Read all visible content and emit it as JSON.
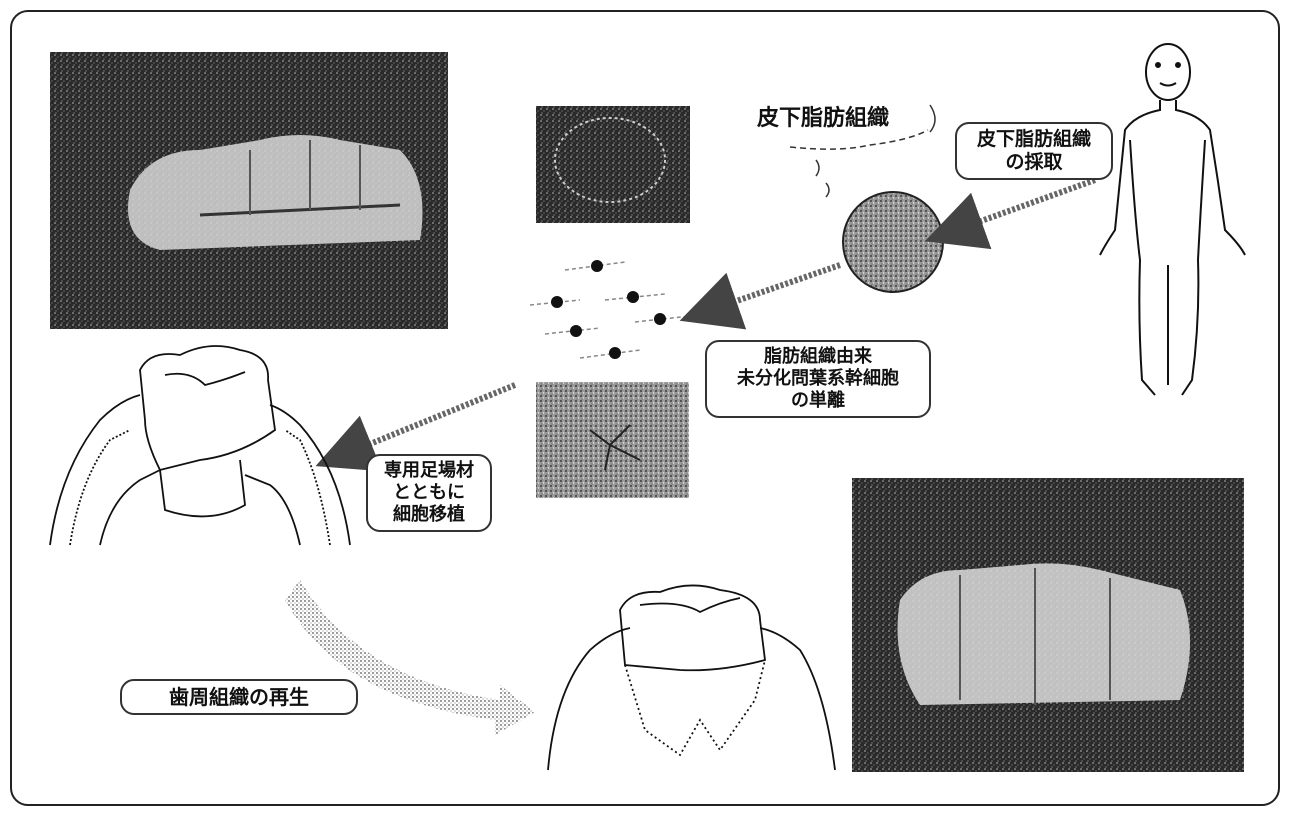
{
  "labels": {
    "subcutaneous_fat": "皮下脂肪組織",
    "harvest_line1": "皮下脂肪組織",
    "harvest_line2": "の採取",
    "isolation_line1": "脂肪組織由来",
    "isolation_line2": "未分化問葉系幹細胞",
    "isolation_line3": "の単離",
    "transplant_line1": "専用足場材",
    "transplant_line2": "とともに",
    "transplant_line3": "細胞移植",
    "regeneration": "歯周組織の再生"
  },
  "colors": {
    "ink": "#111111",
    "photo_dark": "#1a1a1a",
    "photo_light": "#e8e8e8",
    "stipple": "#555555"
  },
  "icons": [
    "human-figure-icon",
    "tooth-diagram-icon",
    "cell-dot-icon",
    "arrow-icon"
  ]
}
